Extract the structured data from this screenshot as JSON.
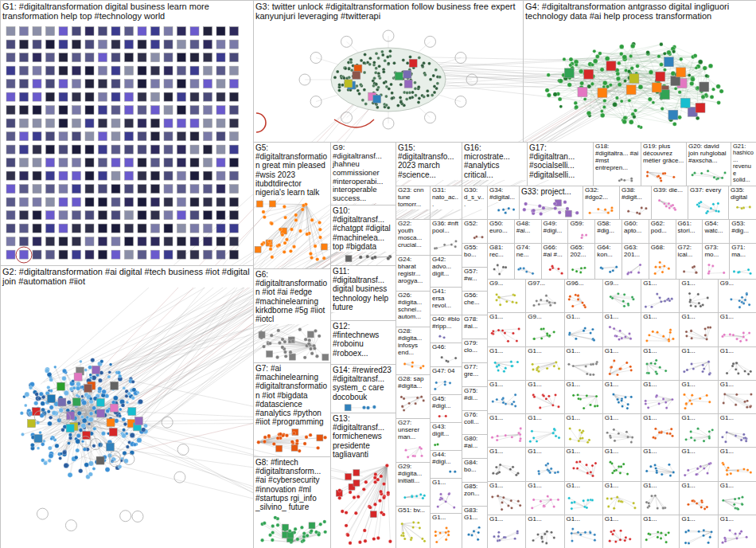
{
  "diagram": {
    "nodes": [
      {
        "text": [
          "G1: #digitaltransformation digital business learn more transformation help top #technology world"
        ]
      },
      {
        "text": [
          "G2: #digitaltransformation #ai digital #tech business #iot #digital join #automation #iiot"
        ]
      },
      {
        "text": [
          "G3: twitter unlock #digitaltransformation follow business free expert kanyunjuri leveraging #twitterapi"
        ]
      },
      {
        "text": [
          "G4: #digitaltransformation antgrasso digital ingliguori technology data #ai help process transformation"
        ]
      },
      {
        "text": [
          "G5: #digitaltransformation great min pleased #wsis 2023 itubdtdirector nigeria's learn talk"
        ]
      },
      {
        "text": [
          "G9: #digitaltransf... jhahneu commissioner #interoperabi... interoperable success..."
        ]
      },
      {
        "text": [
          "G15: #digitaltransfo... 2023 march #science..."
        ]
      },
      {
        "text": [
          "G16: microstrate... #analytics critical..."
        ]
      },
      {
        "text": [
          "G17: #digitaltran... #socialselli... #digitalselli..."
        ]
      },
      {
        "text": [
          "G18: #digitaltra... #ai #mst entrepren..."
        ]
      },
      {
        "text": [
          "G19: plus découvrez métier grâce..."
        ]
      },
      {
        "text": [
          "G20: david join ruhglobal #axscha..."
        ]
      },
      {
        "text": [
          "G21: hashico... revenue solid..."
        ]
      },
      {
        "text": [
          "G10: #digitaltransf... #chatgpt #digital #machinelea... top #bigdata"
        ]
      },
      {
        "text": [
          "G23: cnn tune tomorr..."
        ]
      },
      {
        "text": [
          "G31: nato_ac..."
        ]
      },
      {
        "text": [
          "G30: d_s_v..."
        ]
      },
      {
        "text": [
          "G34: #digital..."
        ]
      },
      {
        "text": [
          "G33: project..."
        ]
      },
      {
        "text": [
          "G32: #dgo2..."
        ]
      },
      {
        "text": [
          "G38: #digit..."
        ]
      },
      {
        "text": [
          "G39: die..."
        ]
      },
      {
        "text": [
          "G37: every"
        ]
      },
      {
        "text": [
          "G35: digital"
        ]
      },
      {
        "text": [
          "G6: #digitaltransformation #iot #ai #edge #machinelearning kirkdborne #5g #iiot #iotcl"
        ]
      },
      {
        "text": [
          "G7: #ai #machinelearning #digitaltransformation #iot #bigdata #datascience #analytics #python #iiot #programming"
        ]
      },
      {
        "text": [
          "G8: #fintech #digitaltransform... #ai #cybersecurity #innovation #ml #startups rgi_info _silvino_ future"
        ]
      },
      {
        "text": [
          "G11: #digitaltransf... digital business technology help future"
        ]
      },
      {
        "text": [
          "G12: #fintechnews #roboinu #roboex..."
        ]
      },
      {
        "text": [
          "G14: #rewired23 #digitaltransf... system_c care docobouk"
        ]
      },
      {
        "text": [
          "G13: #digitaltransf... formichenews presidente tagliavanti"
        ]
      },
      {
        "text": [
          "G22: youth mosca... crucial..."
        ]
      },
      {
        "text": [
          "G24: bharat registr... arogya..."
        ]
      },
      {
        "text": [
          "G26: #digita... schnei... autom..."
        ]
      },
      {
        "text": [
          "G28: #digita... infosys end..."
        ]
      },
      {
        "text": [
          "G28: sap #digita..."
        ]
      },
      {
        "text": [
          "G27: unserer man..."
        ]
      },
      {
        "text": [
          "G29: #digita... initiati..."
        ]
      },
      {
        "text": [
          "G51: bv..."
        ]
      },
      {
        "text": [
          "G36: #nft pool..."
        ]
      },
      {
        "text": [
          "G42: advo... digit..."
        ]
      },
      {
        "text": [
          "G41: ersa revol..."
        ]
      },
      {
        "text": [
          "G40: #blo #ripp..."
        ]
      },
      {
        "text": [
          "G46:"
        ]
      },
      {
        "text": [
          "G47: 04"
        ]
      },
      {
        "text": [
          "G45: #digi..."
        ]
      },
      {
        "text": [
          "G43: digit..."
        ]
      },
      {
        "text": [
          "G44: #digi..."
        ]
      },
      {
        "text": [
          "G1..."
        ]
      },
      {
        "text": [
          "G1..."
        ]
      },
      {
        "text": [
          "G52:"
        ]
      },
      {
        "text": [
          "G55: bo..."
        ]
      },
      {
        "text": [
          "G57: #w..."
        ]
      },
      {
        "text": [
          "G56: che..."
        ]
      },
      {
        "text": [
          "G78: #ai..."
        ]
      },
      {
        "text": [
          "G79: clo..."
        ]
      },
      {
        "text": [
          "G77: gre..."
        ]
      },
      {
        "text": [
          "G75: #di..."
        ]
      },
      {
        "text": [
          "G76: coll..."
        ]
      },
      {
        "text": [
          "G80: #ai..."
        ]
      },
      {
        "text": [
          "G84: bo..."
        ]
      },
      {
        "text": [
          "G85: zon..."
        ]
      },
      {
        "text": [
          "G83: G1..."
        ]
      },
      {
        "text": [
          "G50: euro..."
        ]
      },
      {
        "text": [
          "G48: #ai..."
        ]
      },
      {
        "text": [
          "G49: #digi..."
        ]
      },
      {
        "text": [
          "G59:"
        ]
      },
      {
        "text": [
          "G58: #dig..."
        ]
      },
      {
        "text": [
          "G60: apto..."
        ]
      },
      {
        "text": [
          "G62: pod..."
        ]
      },
      {
        "text": [
          "G61: stori..."
        ]
      },
      {
        "text": [
          "G54: watc..."
        ]
      },
      {
        "text": [
          "G53: #dig..."
        ]
      },
      {
        "text": [
          "G81: rec..."
        ]
      },
      {
        "text": [
          "G74: ne..."
        ]
      },
      {
        "text": [
          "G66: #ai #..."
        ]
      },
      {
        "text": [
          "G65: 202..."
        ]
      },
      {
        "text": [
          "G64: kon..."
        ]
      },
      {
        "text": [
          "G63: 201..."
        ]
      },
      {
        "text": [
          "G68:"
        ]
      },
      {
        "text": [
          "G72: icai..."
        ]
      },
      {
        "text": [
          "G73: mo..."
        ]
      },
      {
        "text": [
          "G71: ma..."
        ]
      },
      {
        "text": [
          "G9..."
        ]
      },
      {
        "text": [
          "G97..."
        ]
      },
      {
        "text": [
          "G96..."
        ]
      },
      {
        "text": [
          "G9..."
        ]
      },
      {
        "text": [
          "G1..."
        ]
      },
      {
        "text": [
          "G1..."
        ]
      },
      {
        "text": [
          "G9..."
        ]
      },
      {
        "text": [
          "G1..."
        ]
      },
      {
        "text": [
          "G9..."
        ]
      },
      {
        "text": [
          "G1..."
        ]
      },
      {
        "text": [
          "G1..."
        ]
      },
      {
        "text": [
          "G1..."
        ]
      },
      {
        "text": [
          "G1..."
        ]
      },
      {
        "text": [
          "G1..."
        ]
      },
      {
        "text": [
          "G1..."
        ]
      },
      {
        "text": [
          "G1..."
        ]
      },
      {
        "text": [
          "G1..."
        ]
      },
      {
        "text": [
          "G1..."
        ]
      },
      {
        "text": [
          "G1..."
        ]
      },
      {
        "text": [
          "G1..."
        ]
      },
      {
        "text": [
          "G1..."
        ]
      },
      {
        "text": [
          "G1..."
        ]
      },
      {
        "text": [
          "G1..."
        ]
      },
      {
        "text": [
          "G1..."
        ]
      },
      {
        "text": [
          "G1..."
        ]
      },
      {
        "text": [
          "G1..."
        ]
      },
      {
        "text": [
          "G1..."
        ]
      },
      {
        "text": [
          "G1..."
        ]
      },
      {
        "text": [
          "G1..."
        ]
      },
      {
        "text": [
          "G1..."
        ]
      },
      {
        "text": [
          "G1..."
        ]
      },
      {
        "text": [
          "G1..."
        ]
      },
      {
        "text": [
          "G1..."
        ]
      },
      {
        "text": [
          "G1..."
        ]
      },
      {
        "text": [
          "G1..."
        ]
      },
      {
        "text": [
          "G1..."
        ]
      },
      {
        "text": [
          "G1..."
        ]
      },
      {
        "text": [
          "G1..."
        ]
      },
      {
        "text": [
          "G1..."
        ]
      },
      {
        "text": [
          "G1..."
        ]
      },
      {
        "text": [
          "G1..."
        ]
      },
      {
        "text": [
          "G1..."
        ]
      },
      {
        "text": [
          "G1..."
        ]
      },
      {
        "text": [
          "G1..."
        ]
      },
      {
        "text": [
          "G1..."
        ]
      },
      {
        "text": [
          "G1..."
        ]
      },
      {
        "text": [
          "G1..."
        ]
      },
      {
        "text": [
          "G1..."
        ]
      },
      {
        "text": [
          "G1..."
        ]
      },
      {
        "text": [
          "G1..."
        ]
      },
      {
        "text": [
          "G1..."
        ]
      },
      {
        "text": [
          "G1..."
        ]
      },
      {
        "text": [
          "G1..."
        ]
      },
      {
        "text": [
          "G1..."
        ]
      },
      {
        "text": [
          "G1..."
        ]
      },
      {
        "text": [
          "G1..."
        ]
      }
    ]
  }
}
